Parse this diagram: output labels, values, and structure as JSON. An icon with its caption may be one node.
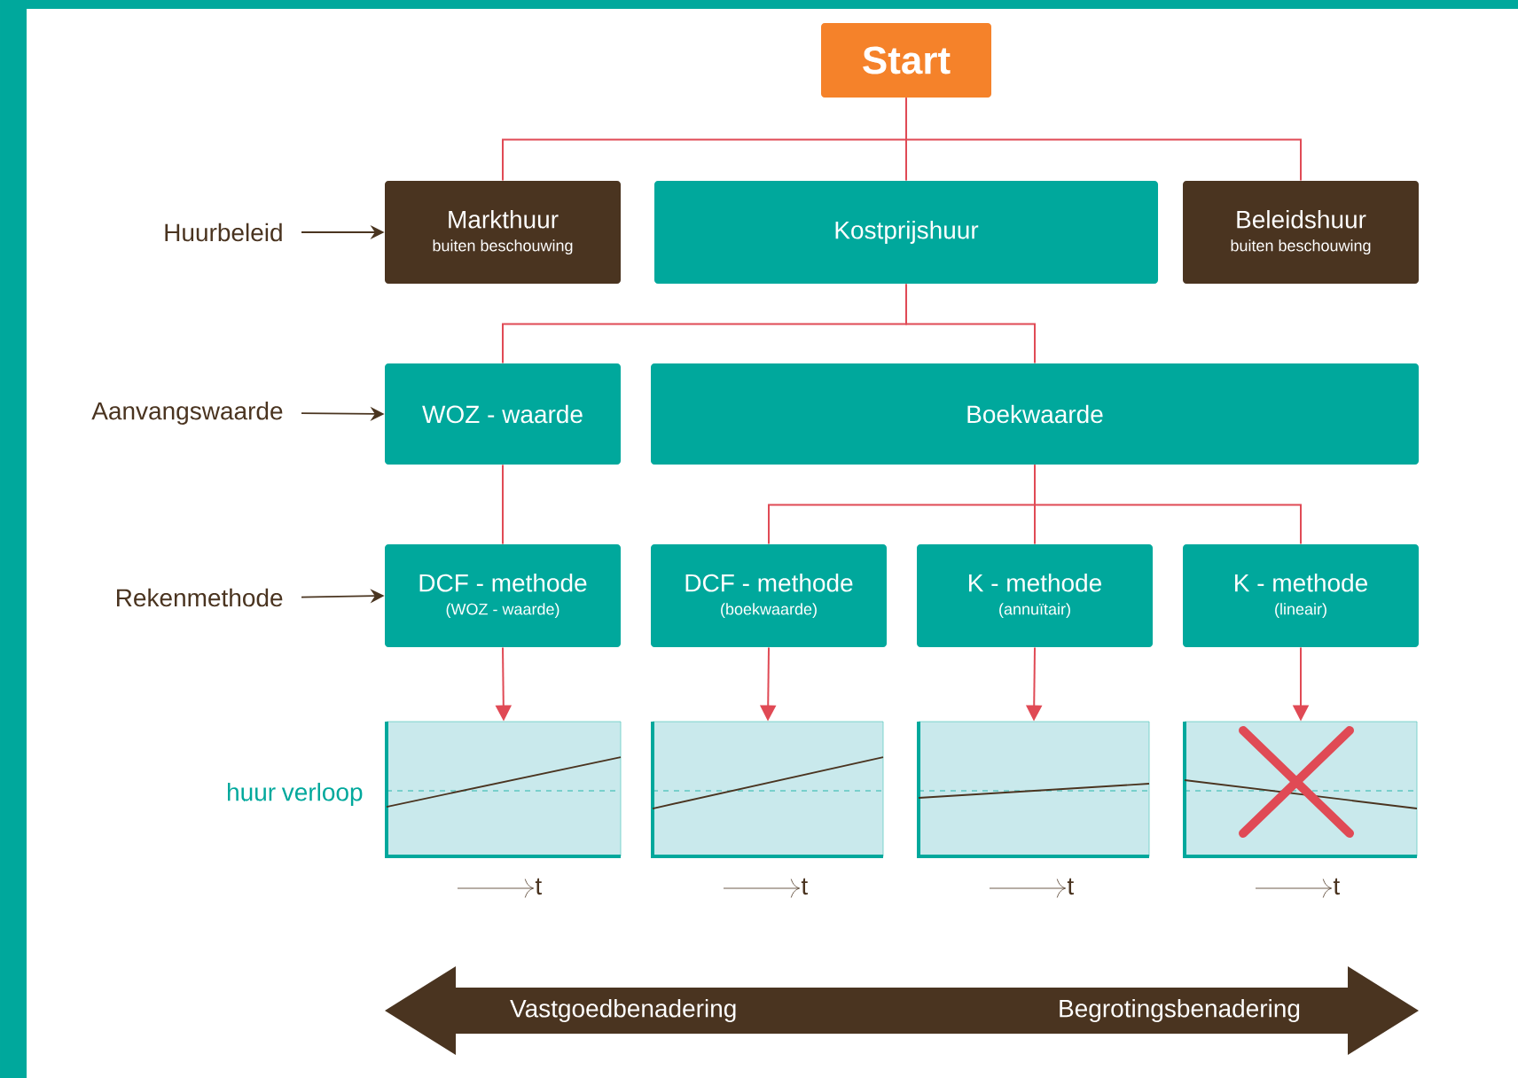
{
  "diagram": {
    "nodes": [
      {
        "text": [
          "Start"
        ]
      },
      {
        "text": [
          "Markthuur",
          "buiten beschouwing"
        ]
      },
      {
        "text": [
          "Kostprijshuur"
        ]
      },
      {
        "text": [
          "Beleidshuur",
          "buiten beschouwing"
        ]
      },
      {
        "text": [
          "WOZ - waarde"
        ]
      },
      {
        "text": [
          "Boekwaarde"
        ]
      },
      {
        "text": [
          "DCF - methode",
          "(WOZ - waarde)"
        ]
      },
      {
        "text": [
          "DCF - methode",
          "(boekwaarde)"
        ]
      },
      {
        "text": [
          "K - methode",
          "(annuïtair)"
        ]
      },
      {
        "text": [
          "K - methode",
          "(lineair)"
        ]
      },
      {
        "text": [],
        "shape": "box"
      },
      {
        "text": [],
        "shape": "box"
      },
      {
        "text": [],
        "shape": "box"
      },
      {
        "text": [],
        "shape": "box"
      },
      {
        "text": [
          "Huurbeleid"
        ]
      },
      {
        "text": [
          "Aanvangswaarde"
        ]
      },
      {
        "text": [
          "Rekenmethode"
        ]
      },
      {
        "text": [
          "Vastgoedbenadering",
          "Begrotingsbenadering"
        ]
      }
    ],
    "edges": [
      {
        "from": 0,
        "to": 1,
        "arrow": "none"
      },
      {
        "from": 0,
        "to": 2,
        "arrow": "none"
      },
      {
        "from": 0,
        "to": 3,
        "arrow": "none"
      },
      {
        "from": 2,
        "to": 4,
        "arrow": "none"
      },
      {
        "from": 2,
        "to": 5,
        "arrow": "none"
      },
      {
        "from": 4,
        "to": 6,
        "arrow": "none"
      },
      {
        "from": 5,
        "to": 7,
        "arrow": "none"
      },
      {
        "from": 5,
        "to": 8,
        "arrow": "none"
      },
      {
        "from": 5,
        "to": 9,
        "arrow": "none"
      },
      {
        "from": 6,
        "to": 10,
        "arrow": "to"
      },
      {
        "from": 7,
        "to": 11,
        "arrow": "to"
      },
      {
        "from": 8,
        "to": 12,
        "arrow": "to"
      },
      {
        "from": 9,
        "to": 13,
        "arrow": "to"
      },
      {
        "from": 14,
        "to": 1,
        "arrow": "to",
        "color": "#4a3520"
      },
      {
        "from": 15,
        "to": 4,
        "arrow": "to",
        "color": "#4a3520"
      },
      {
        "from": 16,
        "to": 6,
        "arrow": "to",
        "color": "#4a3520"
      }
    ],
    "labels": [
      "huur verloop",
      "t",
      "t",
      "t",
      "t"
    ]
  }
}
